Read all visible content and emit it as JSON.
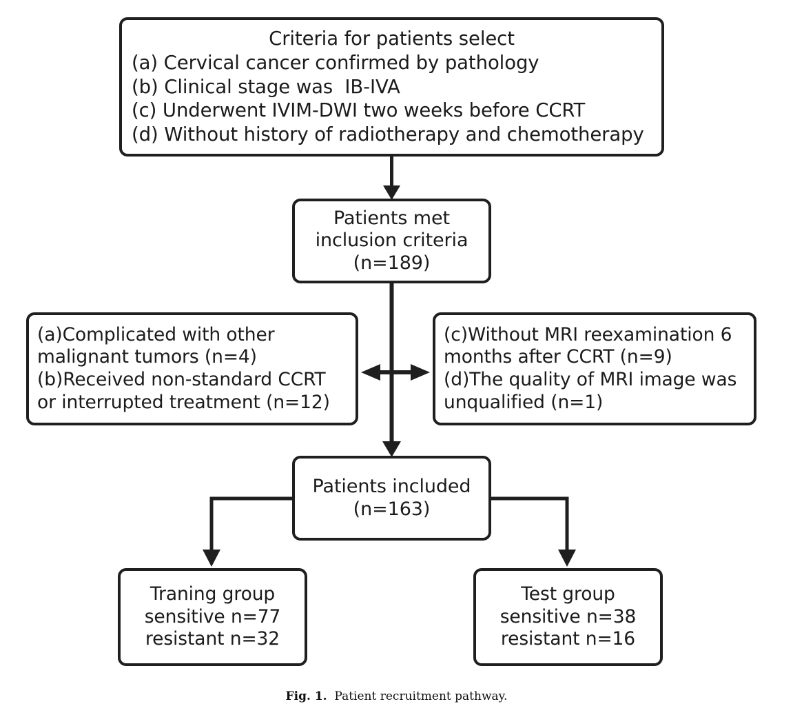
{
  "figure": {
    "caption_label": "Fig. 1.",
    "caption_text": "Patient recruitment pathway.",
    "background_color": "#ffffff",
    "stroke_color": "#1f1f1f",
    "text_color": "#1b1b1b"
  },
  "nodes": {
    "criteria": {
      "name": "criteria-box",
      "title": "Criteria for patients select",
      "items": [
        "(a) Cervical cancer confirmed by pathology",
        "(b) Clinical stage was  ⅠB-IVA",
        "(c) Underwent IVIM-DWI two weeks before CCRT",
        "(d) Without history of radiotherapy and chemotherapy"
      ]
    },
    "met_inclusion": {
      "name": "patients-met-inclusion-box",
      "line1": "Patients met",
      "line2": "inclusion criteria",
      "count_label": "(n=189)",
      "count": 189
    },
    "exclusion_left": {
      "name": "exclusion-left-box",
      "lines": [
        "(a)Complicated with other",
        "malignant tumors (n=4)",
        "(b)Received non-standard CCRT",
        "or interrupted treatment (n=12)"
      ],
      "counts": {
        "other_malignant_tumors": 4,
        "non_standard_or_interrupted_ccrt": 12
      }
    },
    "exclusion_right": {
      "name": "exclusion-right-box",
      "lines": [
        "(c)Without MRI reexamination 6",
        "months after CCRT (n=9)",
        "(d)The quality of MRI image was",
        "unqualified (n=1)"
      ],
      "counts": {
        "no_mri_reexamination": 9,
        "unqualified_mri_quality": 1
      }
    },
    "included": {
      "name": "patients-included-box",
      "line1": "Patients included",
      "count_label": "(n=163)",
      "count": 163
    },
    "training_group": {
      "name": "training-group-box",
      "title": "Traning group",
      "sensitive_label": "sensitive n=77",
      "resistant_label": "resistant n=32",
      "sensitive": 77,
      "resistant": 32
    },
    "test_group": {
      "name": "test-group-box",
      "title": "Test group",
      "sensitive_label": "sensitive n=38",
      "resistant_label": "resistant n=16",
      "sensitive": 38,
      "resistant": 16
    }
  },
  "connectors": [
    {
      "name": "criteria-to-met-arrow",
      "type": "arrow-down"
    },
    {
      "name": "met-to-included-arrow",
      "type": "arrow-down"
    },
    {
      "name": "exclusion-left-arrow",
      "type": "arrow-left"
    },
    {
      "name": "exclusion-right-arrow",
      "type": "arrow-right"
    },
    {
      "name": "included-to-training-arrow",
      "type": "elbow-arrow-down-left"
    },
    {
      "name": "included-to-test-arrow",
      "type": "elbow-arrow-down-right"
    }
  ]
}
